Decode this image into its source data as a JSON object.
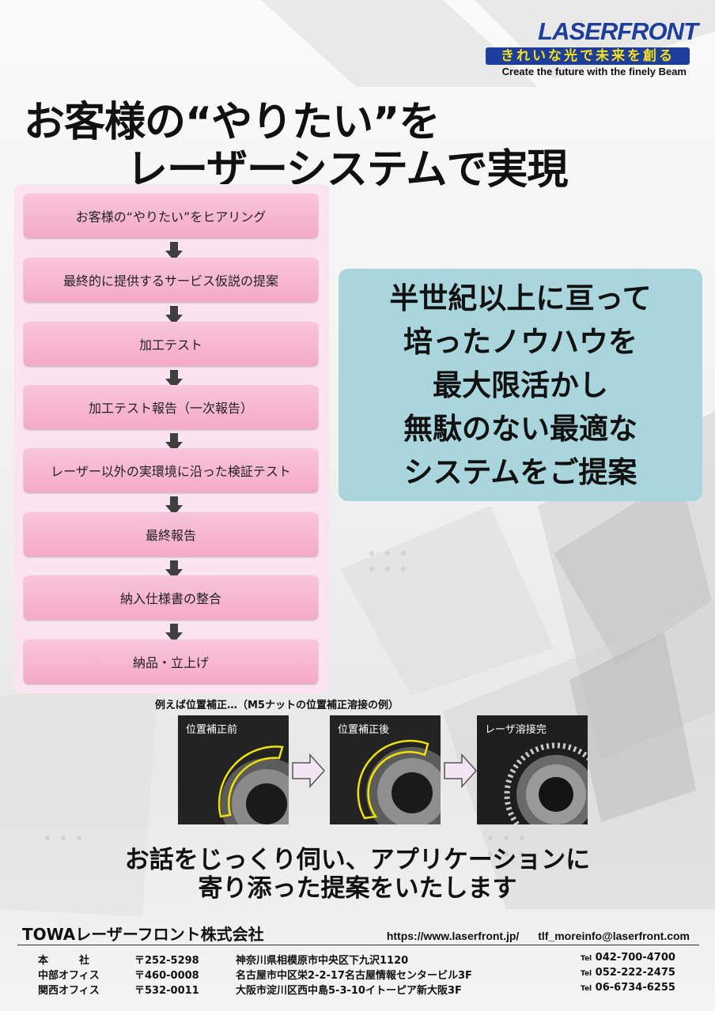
{
  "brand": {
    "name": "LASERFRONT",
    "tagline_jp": "きれいな光で未来を創る",
    "tagline_en": "Create the future with the finely Beam",
    "color": "#1d3e9a",
    "tagline_color": "#f7e21b"
  },
  "headline": {
    "line1": "お客様の“やりたい”を",
    "line2": "レーザーシステムで実現"
  },
  "flow": {
    "bg_color": "#fbe4ef",
    "step_color": "#f4a9c8",
    "steps": [
      {
        "label": "お客様の“やりたい”をヒアリング"
      },
      {
        "label": "最終的に提供するサービス仮説の提案"
      },
      {
        "label": "加工テスト"
      },
      {
        "label": "加工テスト報告（一次報告）"
      },
      {
        "label": "レーザー以外の実環境に沿った検証テスト"
      },
      {
        "label": "最終報告"
      },
      {
        "label": "納入仕様書の整合"
      },
      {
        "label": "納品・立上げ"
      }
    ],
    "arrow_icon": "down-arrow-icon"
  },
  "knowhow": {
    "color": "#a9d6dc",
    "lines": [
      "半世紀以上に亘って",
      "培ったノウハウを",
      "最大限活かし",
      "無駄のない最適な",
      "システムをご提案"
    ]
  },
  "example": {
    "caption": "例えば位置補正…（M5ナットの位置補正溶接の例）",
    "photos": [
      {
        "label": "位置補正前"
      },
      {
        "label": "位置補正後"
      },
      {
        "label": "レーザ溶接完"
      }
    ],
    "arrow_icon": "right-arrow-icon"
  },
  "closing": {
    "line1": "お話をじっくり伺い、アプリケーションに",
    "line2": "寄り添った提案をいたします"
  },
  "footer": {
    "company": "TOWAレーザーフロント株式会社",
    "url": "https://www.laserfront.jp/",
    "email": "tlf_moreinfo@laserfront.com",
    "tel_prefix": "Tel",
    "offices": [
      {
        "name": "本　　　社",
        "zip": "〒252-5298",
        "address": "神奈川県相模原市中央区下九沢1120",
        "tel": "042-700-4700"
      },
      {
        "name": "中部オフィス",
        "zip": "〒460-0008",
        "address": "名古屋市中区栄2-2-17名古屋情報センタービル3F",
        "tel": "052-222-2475"
      },
      {
        "name": "関西オフィス",
        "zip": "〒532-0011",
        "address": "大阪市淀川区西中島5-3-10イトーピア新大阪3F",
        "tel": "06-6734-6255"
      }
    ]
  }
}
